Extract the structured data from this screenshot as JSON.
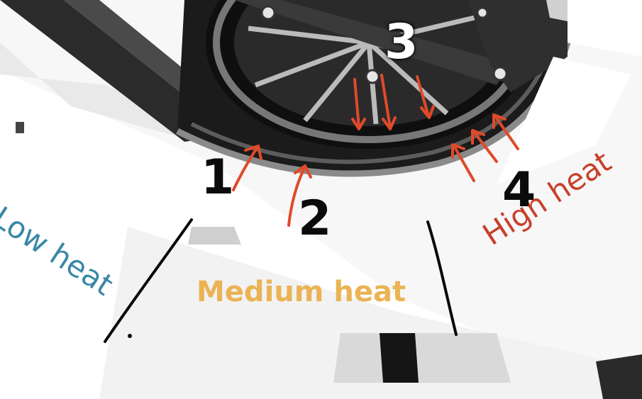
{
  "annotations": {
    "numbers": [
      "1",
      "2",
      "3",
      "4"
    ],
    "zones": {
      "low": {
        "label": "Low heat",
        "color": "#3a87a6"
      },
      "medium": {
        "label": "Medium heat",
        "color": "#eab354"
      },
      "high": {
        "label": "High heat",
        "color": "#c8402a"
      }
    }
  },
  "colors": {
    "arrow": "#e04a2a",
    "divider": "#0a0a0a"
  }
}
